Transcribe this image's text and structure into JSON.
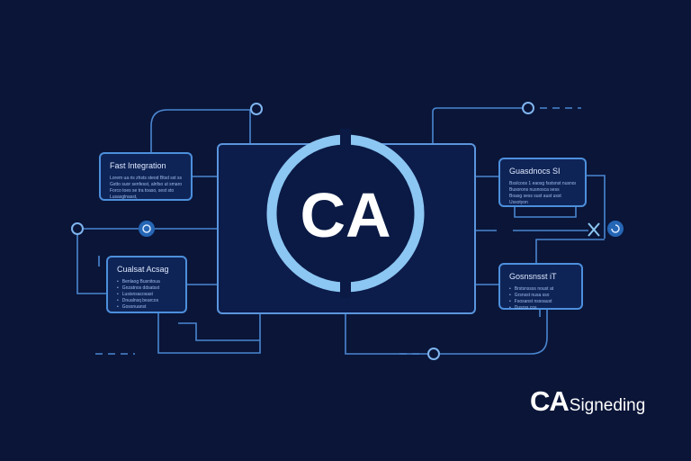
{
  "colors": {
    "background": "#0a1538",
    "accent": "#4d8fdc",
    "ring": "#8cc6f2",
    "text": "#ffffff"
  },
  "logo": {
    "text": "CA"
  },
  "cards": {
    "top_left": {
      "title": "Fast Integration",
      "lines": [
        "Lorem ua ris zhsts steod Btsd sst sst",
        "Gstto suor senfesst, alnfso ut smaro",
        "Forco toes se tra toaso, sest sto",
        "Lusasglnasst,"
      ]
    },
    "bottom_left": {
      "title": "Cualsat Acsag",
      "lines": [
        "Benlaog Busnitoua",
        "Gnzatnos ddsatsst",
        "Lusisnsacosast",
        "Dnualnsq bearcos",
        "Gossnuanst"
      ]
    },
    "top_right": {
      "title": "Guasdnocs SI",
      "lines": [
        "Bsslcoos 1 eaosg fsstsnst nusnos",
        "Busorons nusnosca sess",
        "Boasg sess sust aust usst",
        "Ussotyon"
      ]
    },
    "bottom_right": {
      "title": "Gosnsnsst iT",
      "lines": [
        "Brstsnssss noust at",
        "Grsnsst nusa sso",
        "Fsosanst nssoaust",
        "Dusrss cos"
      ]
    }
  },
  "brand": {
    "strong": "CA",
    "rest": "Signeding"
  }
}
